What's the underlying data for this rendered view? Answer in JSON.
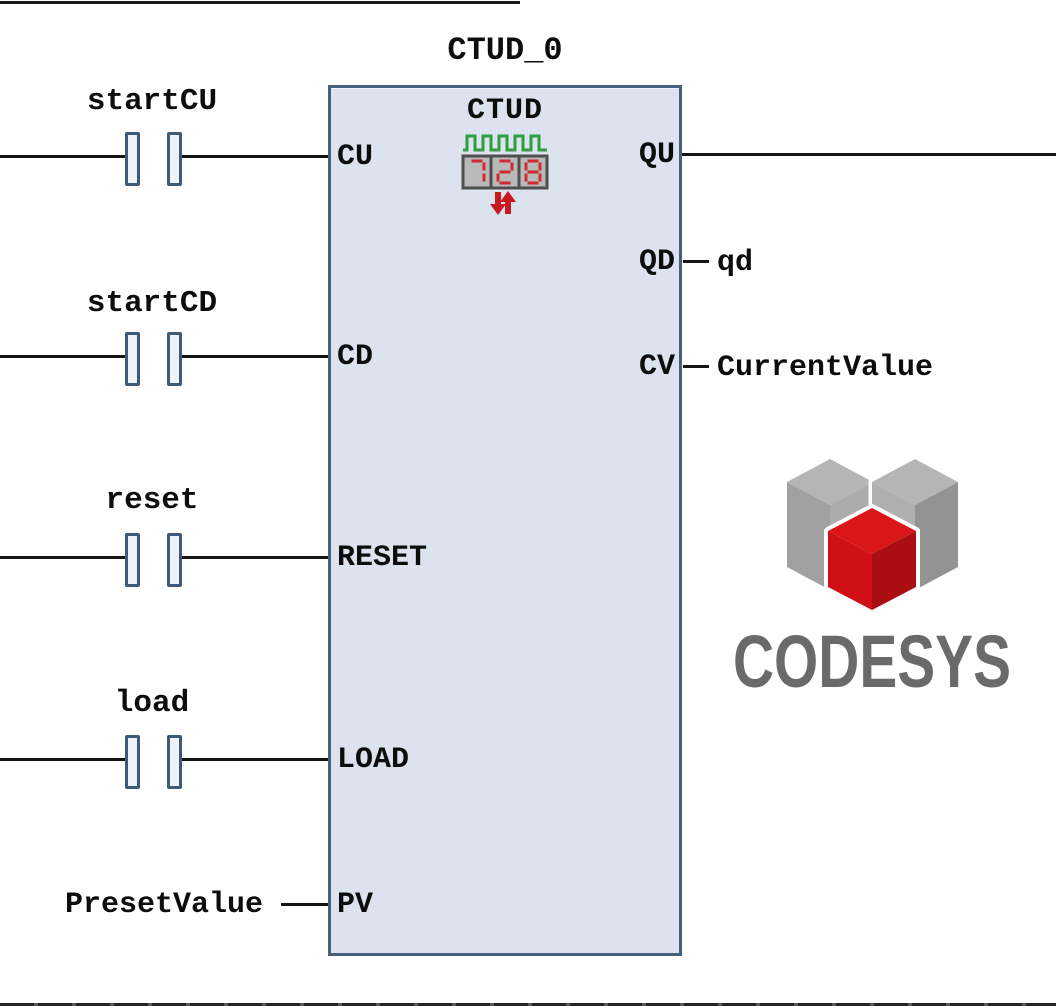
{
  "network": {
    "block_title": "CTUD_0",
    "block_type": "CTUD",
    "display_digits": "728",
    "inputs": [
      {
        "pin": "CU",
        "contact": "startCU"
      },
      {
        "pin": "CD",
        "contact": "startCD"
      },
      {
        "pin": "RESET",
        "contact": "reset"
      },
      {
        "pin": "LOAD",
        "contact": "load"
      },
      {
        "pin": "PV",
        "operand": "PresetValue"
      }
    ],
    "outputs": [
      {
        "pin": "QU",
        "operand": ""
      },
      {
        "pin": "QD",
        "operand": "qd"
      },
      {
        "pin": "CV",
        "operand": "CurrentValue"
      }
    ]
  },
  "logo": {
    "wordmark": "CODESYS"
  },
  "colors": {
    "block_fill": "#dce3ef",
    "block_border": "#45607b",
    "contact_fill": "#eef3fa",
    "contact_border": "#3d5a78",
    "wire": "#151515",
    "wave_green": "#2f9e41",
    "display_fill": "#b9b9b9",
    "display_border": "#4f4f4f",
    "digit_red": "#cf2b30",
    "arrow_red": "#c8191f",
    "logo_gray_top": "#b6b5b5",
    "logo_gray_left": "#a2a1a1",
    "logo_gray_right": "#949393",
    "logo_red_top": "#da161b",
    "logo_red_left": "#cf1016",
    "logo_red_right": "#aa0e12",
    "wordmark_gray": "#6a6a6a"
  }
}
